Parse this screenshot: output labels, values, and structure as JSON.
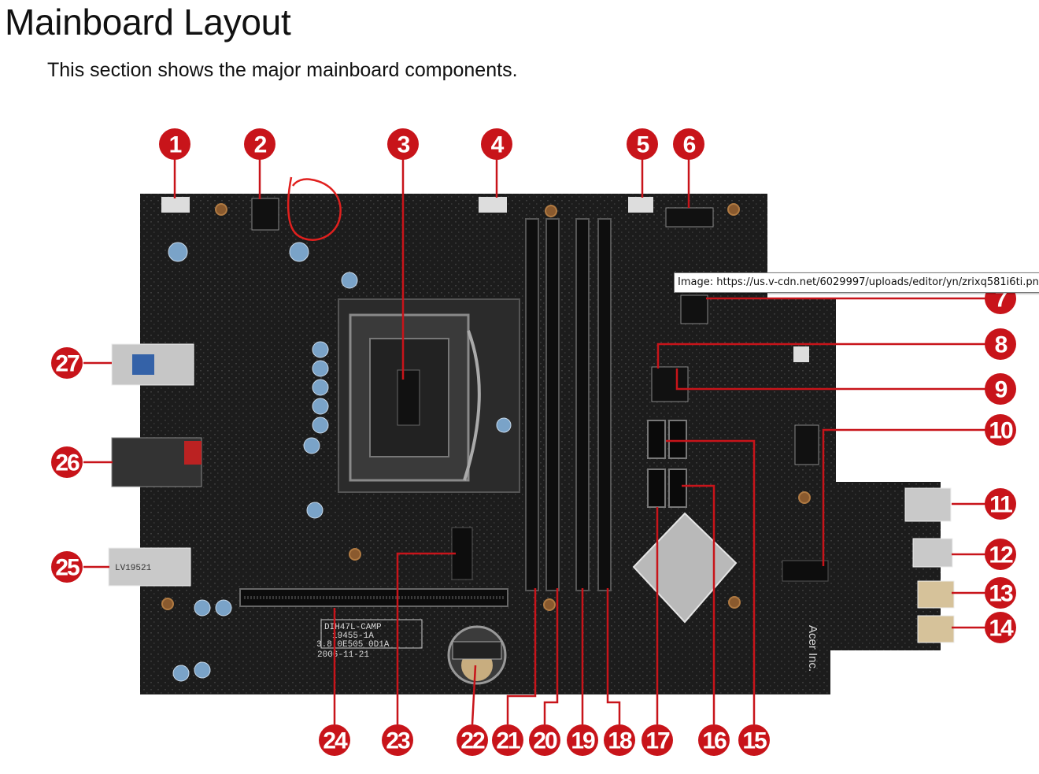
{
  "page": {
    "title": "Mainboard Layout",
    "subtitle": "This section shows the major mainboard components."
  },
  "tooltip": {
    "text": "Image: https://us.v-cdn.net/6029997/uploads/editor/yn/zrixq581i6ti.pn"
  },
  "board": {
    "silkscreen": {
      "model_line1": "DIH47L-CAMP",
      "model_line2": "19455-1A",
      "model_line3": "3.8 0E505 0D1A",
      "date_code": "2006-11-21",
      "lan_label": "LV19521",
      "brand": "Acer Inc."
    }
  },
  "callouts": [
    "1",
    "2",
    "3",
    "4",
    "5",
    "6",
    "7",
    "8",
    "9",
    "10",
    "11",
    "12",
    "13",
    "14",
    "15",
    "16",
    "17",
    "18",
    "19",
    "20",
    "21",
    "22",
    "23",
    "24",
    "25",
    "26",
    "27"
  ],
  "colors": {
    "callout_red": "#c8141a",
    "annotation_red": "#e0201e",
    "pcb_black": "#1a1a1a"
  }
}
